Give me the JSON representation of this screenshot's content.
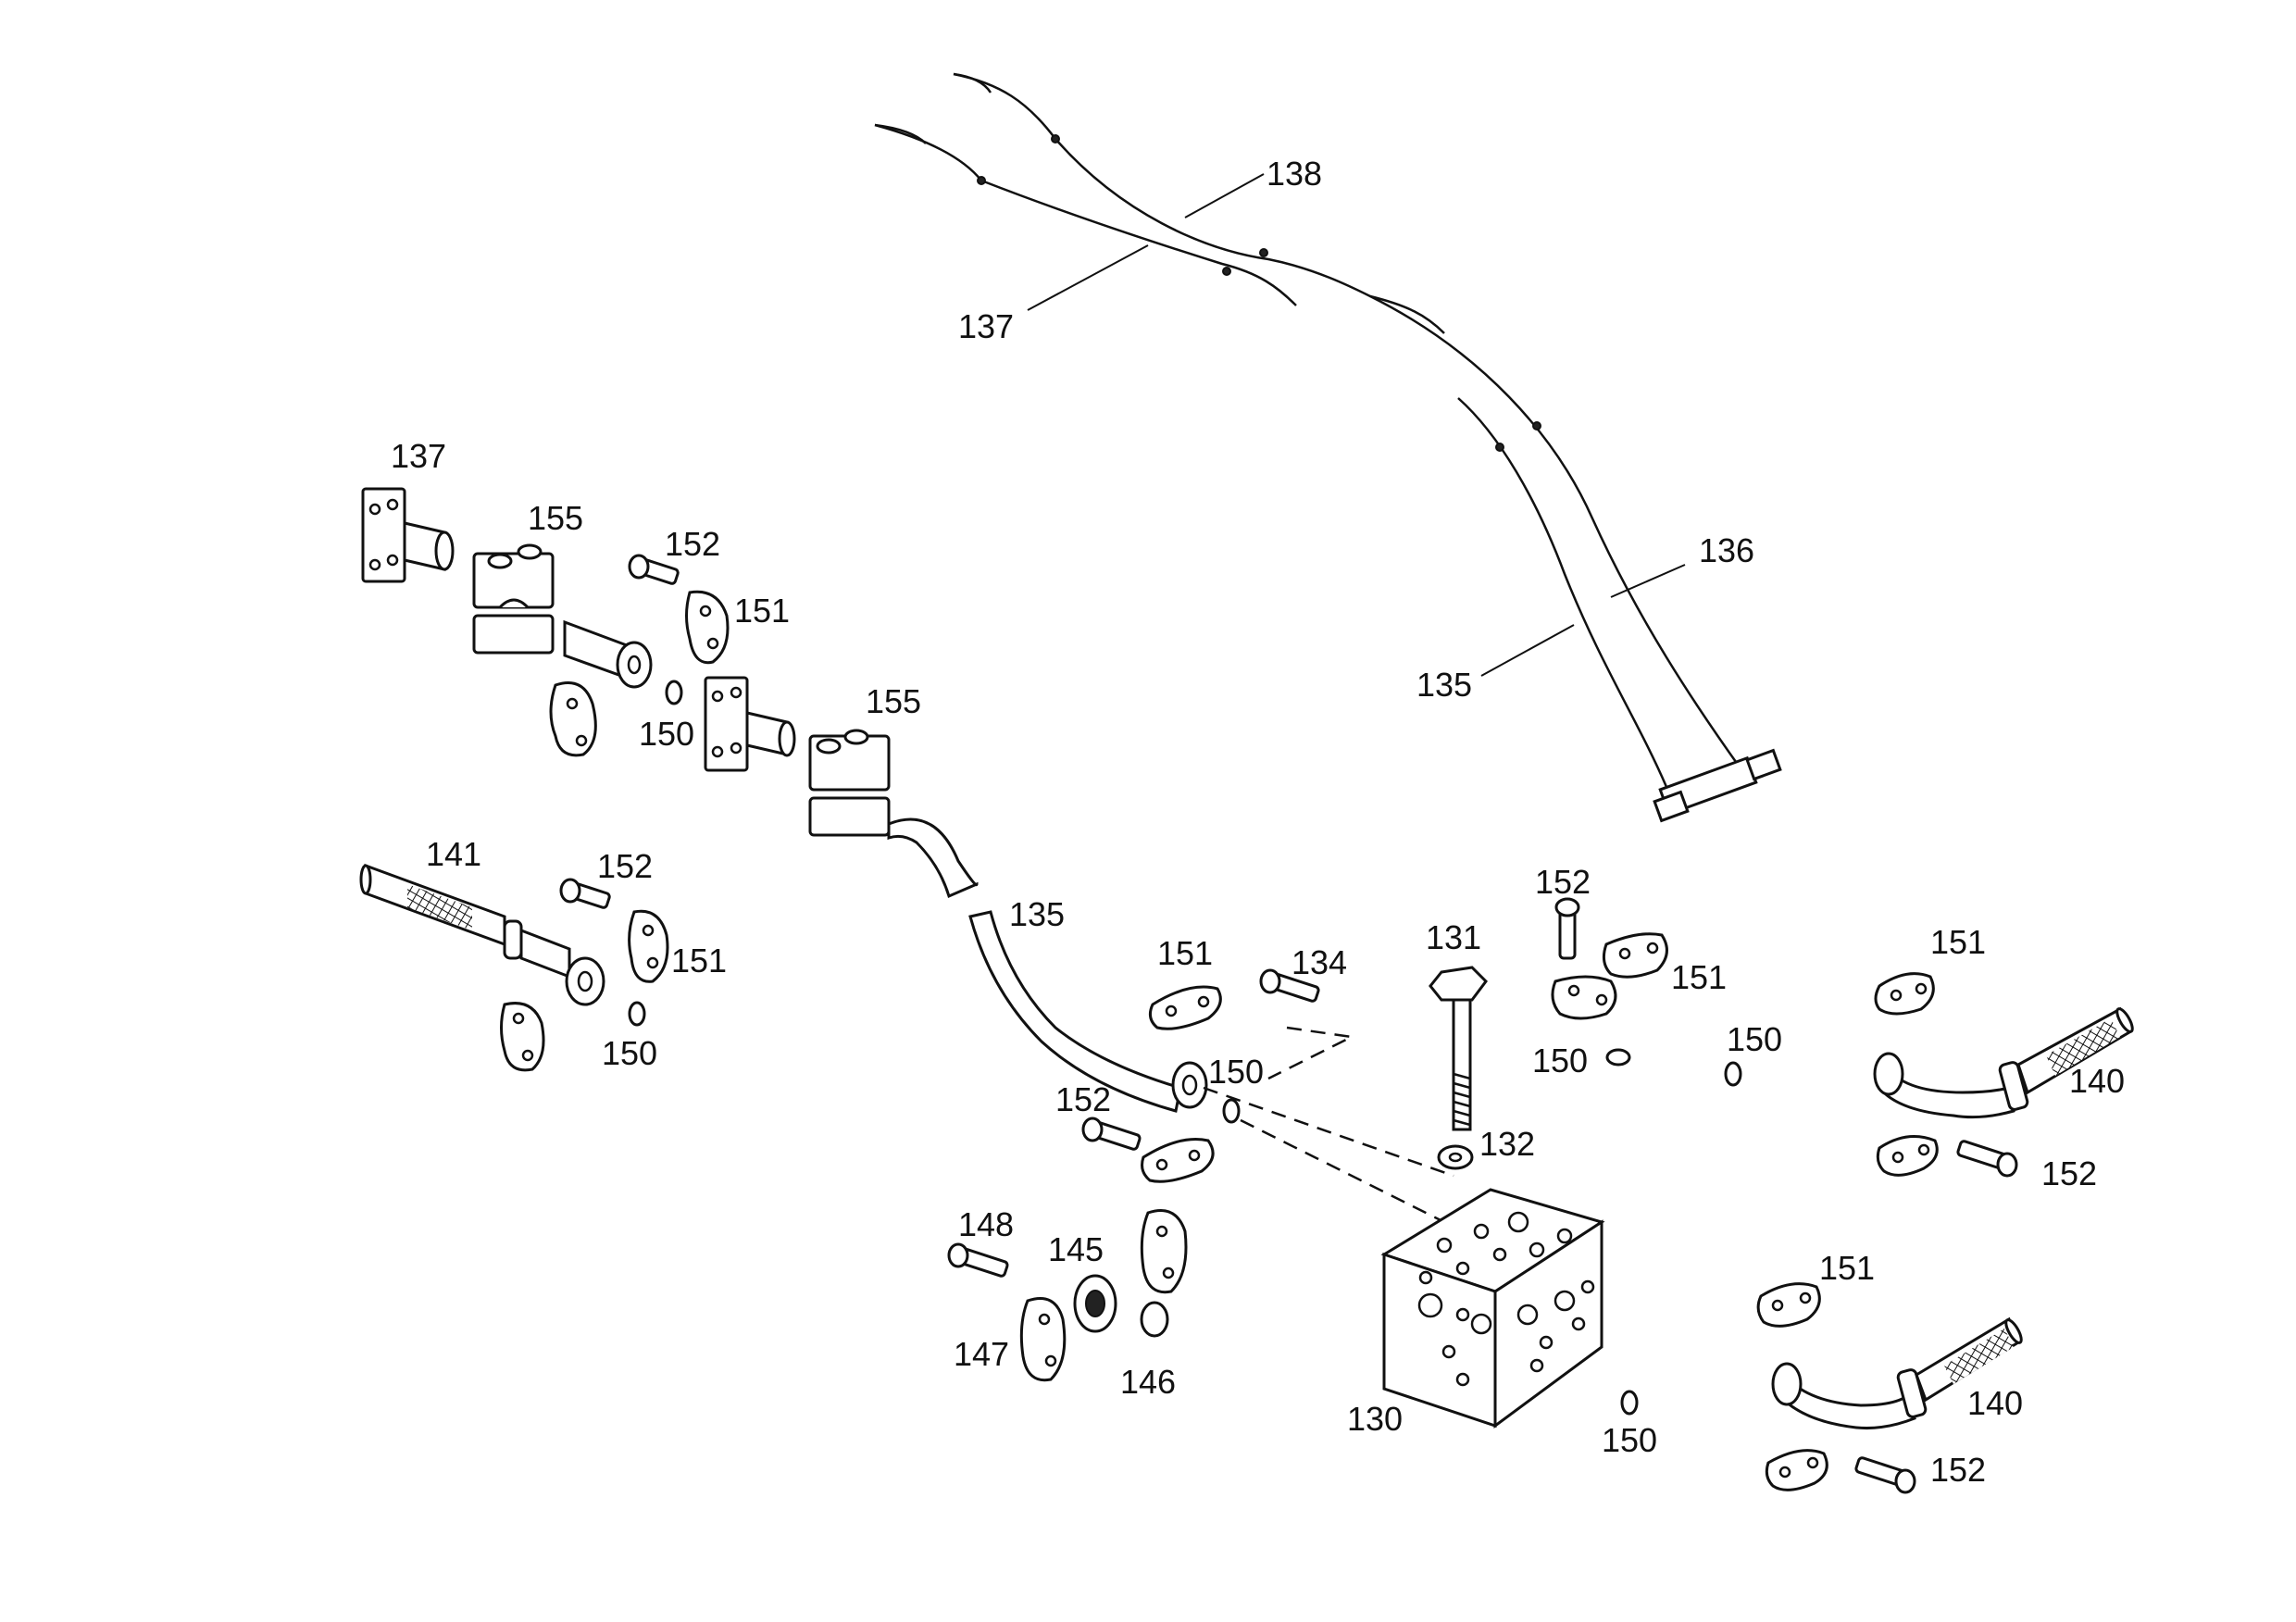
{
  "labels": {
    "l137_top": "137",
    "l138": "138",
    "l137_left": "137",
    "l155_a": "155",
    "l152_a": "152",
    "l151_a": "151",
    "l150_a": "150",
    "l155_b": "155",
    "l136": "136",
    "l135_top": "135",
    "l141": "141",
    "l152_b": "152",
    "l151_b": "151",
    "l150_b": "150",
    "l135_mid": "135",
    "l151_c": "151",
    "l134": "134",
    "l150_c": "150",
    "l152_c": "152",
    "l131": "131",
    "l152_d": "152",
    "l151_d": "151",
    "l150_d": "150",
    "l150_e": "150",
    "l132": "132",
    "l151_e": "151",
    "l140_a": "140",
    "l152_e": "152",
    "l148": "148",
    "l145": "145",
    "l147": "147",
    "l146": "146",
    "l130": "130",
    "l150_f": "150",
    "l151_f": "151",
    "l140_b": "140",
    "l152_f": "152"
  }
}
